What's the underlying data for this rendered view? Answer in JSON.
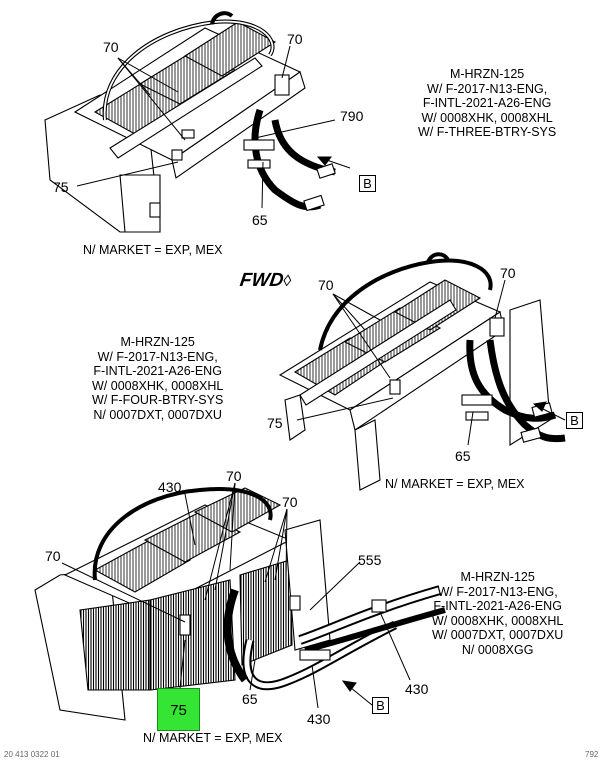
{
  "views": [
    {
      "note_lines": [
        "M-HRZN-125",
        "W/ F-2017-N13-ENG,",
        "F-INTL-2021-A26-ENG",
        "W/ 0008XHK, 0008XHL",
        "W/ F-THREE-BTRY-SYS"
      ],
      "market": "N/ MARKET = EXP, MEX",
      "box_label": "B",
      "callouts": [
        "70",
        "70",
        "790",
        "75",
        "65"
      ]
    },
    {
      "note_lines": [
        "M-HRZN-125",
        "W/ F-2017-N13-ENG,",
        "F-INTL-2021-A26-ENG",
        "W/ 0008XHK, 0008XHL",
        "W/ F-FOUR-BTRY-SYS",
        "N/ 0007DXT, 0007DXU"
      ],
      "market": "N/ MARKET = EXP, MEX",
      "box_label": "B",
      "callouts": [
        "70",
        "70",
        "75",
        "65"
      ]
    },
    {
      "note_lines": [
        "M-HRZN-125",
        "W/ F-2017-N13-ENG,",
        "F-INTL-2021-A26-ENG",
        "W/ 0008XHK, 0008XHL",
        "W/ 0007DXT, 0007DXU",
        "N/ 0008XGG"
      ],
      "market": "N/ MARKET = EXP, MEX",
      "box_label": "B",
      "callouts": [
        "430",
        "70",
        "70",
        "70",
        "555",
        "65",
        "430",
        "430"
      ],
      "highlight": "75"
    }
  ],
  "forward_label": "FWD",
  "footer_left": "20 413 0322 01",
  "footer_right": "792"
}
